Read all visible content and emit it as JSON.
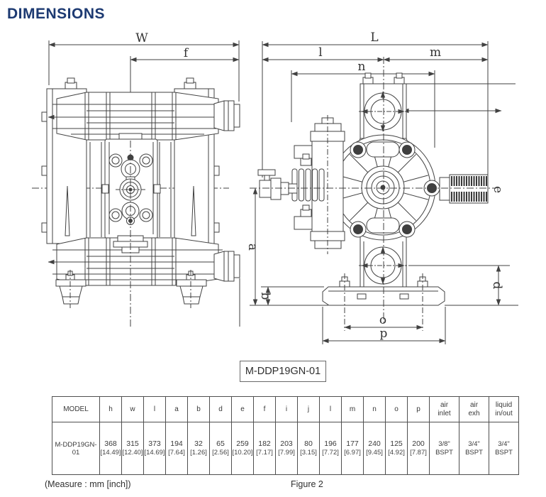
{
  "page": {
    "title": "DIMENSIONS",
    "model_label": "M-DDP19GN-01",
    "measure_note": "(Measure : mm [inch])",
    "figure_caption": "Figure 2"
  },
  "colors": {
    "title_accent": "#1d3a72",
    "line": "#414141"
  },
  "front_view": {
    "labels": {
      "W": "W",
      "f": "f"
    }
  },
  "side_view": {
    "labels": {
      "L": "L",
      "l": "l",
      "m": "m",
      "n": "n",
      "a": "a",
      "b": "b",
      "d": "d",
      "e": "e",
      "o": "o",
      "p": "p"
    }
  },
  "table": {
    "model_header": "MODEL",
    "model_value": "M-DDP19GN-01",
    "headers": [
      "h",
      "w",
      "l",
      "a",
      "b",
      "d",
      "e",
      "f",
      "i",
      "j",
      "l",
      "m",
      "n",
      "o",
      "p"
    ],
    "mm": [
      "368",
      "315",
      "373",
      "194",
      "32",
      "65",
      "259",
      "182",
      "203",
      "80",
      "196",
      "177",
      "240",
      "125",
      "200"
    ],
    "inch": [
      "[14.49]",
      "[12.40]",
      "[14.69]",
      "[7.64]",
      "[1.26]",
      "[2.56]",
      "[10.20]",
      "[7.17]",
      "[7.99]",
      "[3.15]",
      "[7.72]",
      "[6.97]",
      "[9.45]",
      "[4.92]",
      "[7.87]"
    ],
    "port_headers": [
      [
        "air",
        "inlet"
      ],
      [
        "air",
        "exh"
      ],
      [
        "liquid",
        "in/out"
      ]
    ],
    "port_values": [
      [
        "3/8\"",
        "BSPT"
      ],
      [
        "3/4\"",
        "BSPT"
      ],
      [
        "3/4\"",
        "BSPT"
      ]
    ]
  }
}
